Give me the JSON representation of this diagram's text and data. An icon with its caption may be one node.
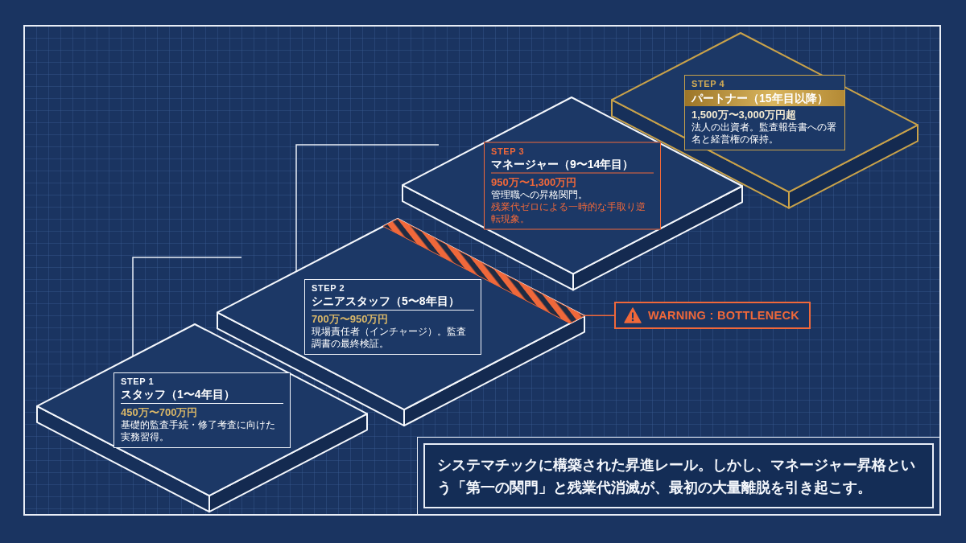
{
  "diagram": {
    "nodes": [
      {
        "text": [
          "STEP 1",
          "スタッフ（1〜4年目）",
          "450万〜700万円",
          "基礎的監査手続・修了考査に向けた実務習得。"
        ]
      },
      {
        "text": [
          "STEP 2",
          "シニアスタッフ（5〜8年目）",
          "700万〜950万円",
          "現場責任者（インチャージ）。監査調書の最終検証。"
        ]
      },
      {
        "text": [],
        "shape": "bar",
        "in": 1
      },
      {
        "text": [
          "STEP 3",
          "マネージャー（9〜14年目）",
          "950万〜1,300万円",
          "管理職への昇格関門。",
          "残業代ゼロによる一時的な手取り逆転現象。"
        ]
      },
      {
        "text": [
          "STEP 4",
          "パートナー（15年目以降）",
          "1,500万〜3,000万円超",
          "法人の出資者。監査報告書への署名と経営権の保持。"
        ]
      },
      {
        "text": [
          "WARNING : BOTTLENECK"
        ]
      },
      {
        "text": [
          "システマチックに構築された昇進レール。しかし、マネージャー昇格という「第一の関門」と残業代消滅が、最初の大量離脱を引き起こす。"
        ]
      }
    ],
    "edges": [
      {
        "from": 5,
        "to": 2,
        "arrow": "none",
        "color": "#f0683a"
      }
    ]
  }
}
